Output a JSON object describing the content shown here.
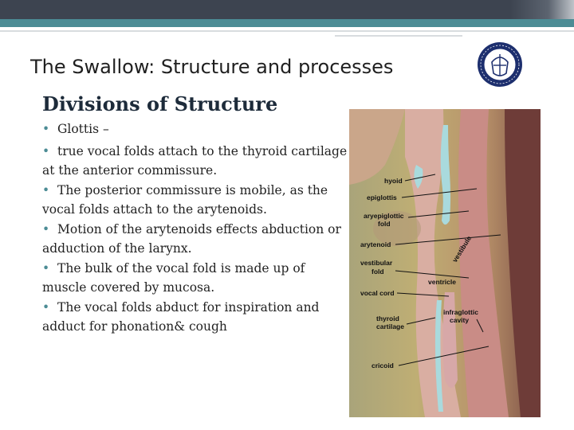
{
  "slide": {
    "title": "The Swallow: Structure and processes",
    "subtitle": "Divisions of Structure",
    "bullet_symbol": "•",
    "glottis_line": "Glottis –",
    "lines": [
      "true vocal folds attach to the thyroid cartilage at the anterior commissure.",
      "The posterior commissure is mobile, as the vocal folds attach to the arytenoids.",
      "Motion of the arytenoids effects abduction or adduction of the larynx.",
      "The bulk of the vocal fold is made up of muscle covered by mucosa.",
      "The vocal folds abduct for inspiration and adduct for phonation& cough"
    ]
  },
  "figure": {
    "labels": {
      "hyoid": "hyoid",
      "epiglottis": "epiglottis",
      "aryepiglottic_1": "aryepiglottic",
      "aryepiglottic_2": "fold",
      "arytenoid": "arytenoid",
      "vestibule": "vestibule",
      "vestibular_1": "vestibular",
      "vestibular_2": "fold",
      "ventricle": "ventricle",
      "vocal_cord": "vocal cord",
      "infraglottic_1": "infraglottic",
      "infraglottic_2": "cavity",
      "thyroid_1": "thyroid",
      "thyroid_2": "cartilage",
      "cricoid": "cricoid"
    }
  },
  "colors": {
    "header_dark": "#3d4450",
    "header_teal": "#4c8c95",
    "subtitle": "#1d2b3a",
    "bullet": "#4c8c95"
  }
}
